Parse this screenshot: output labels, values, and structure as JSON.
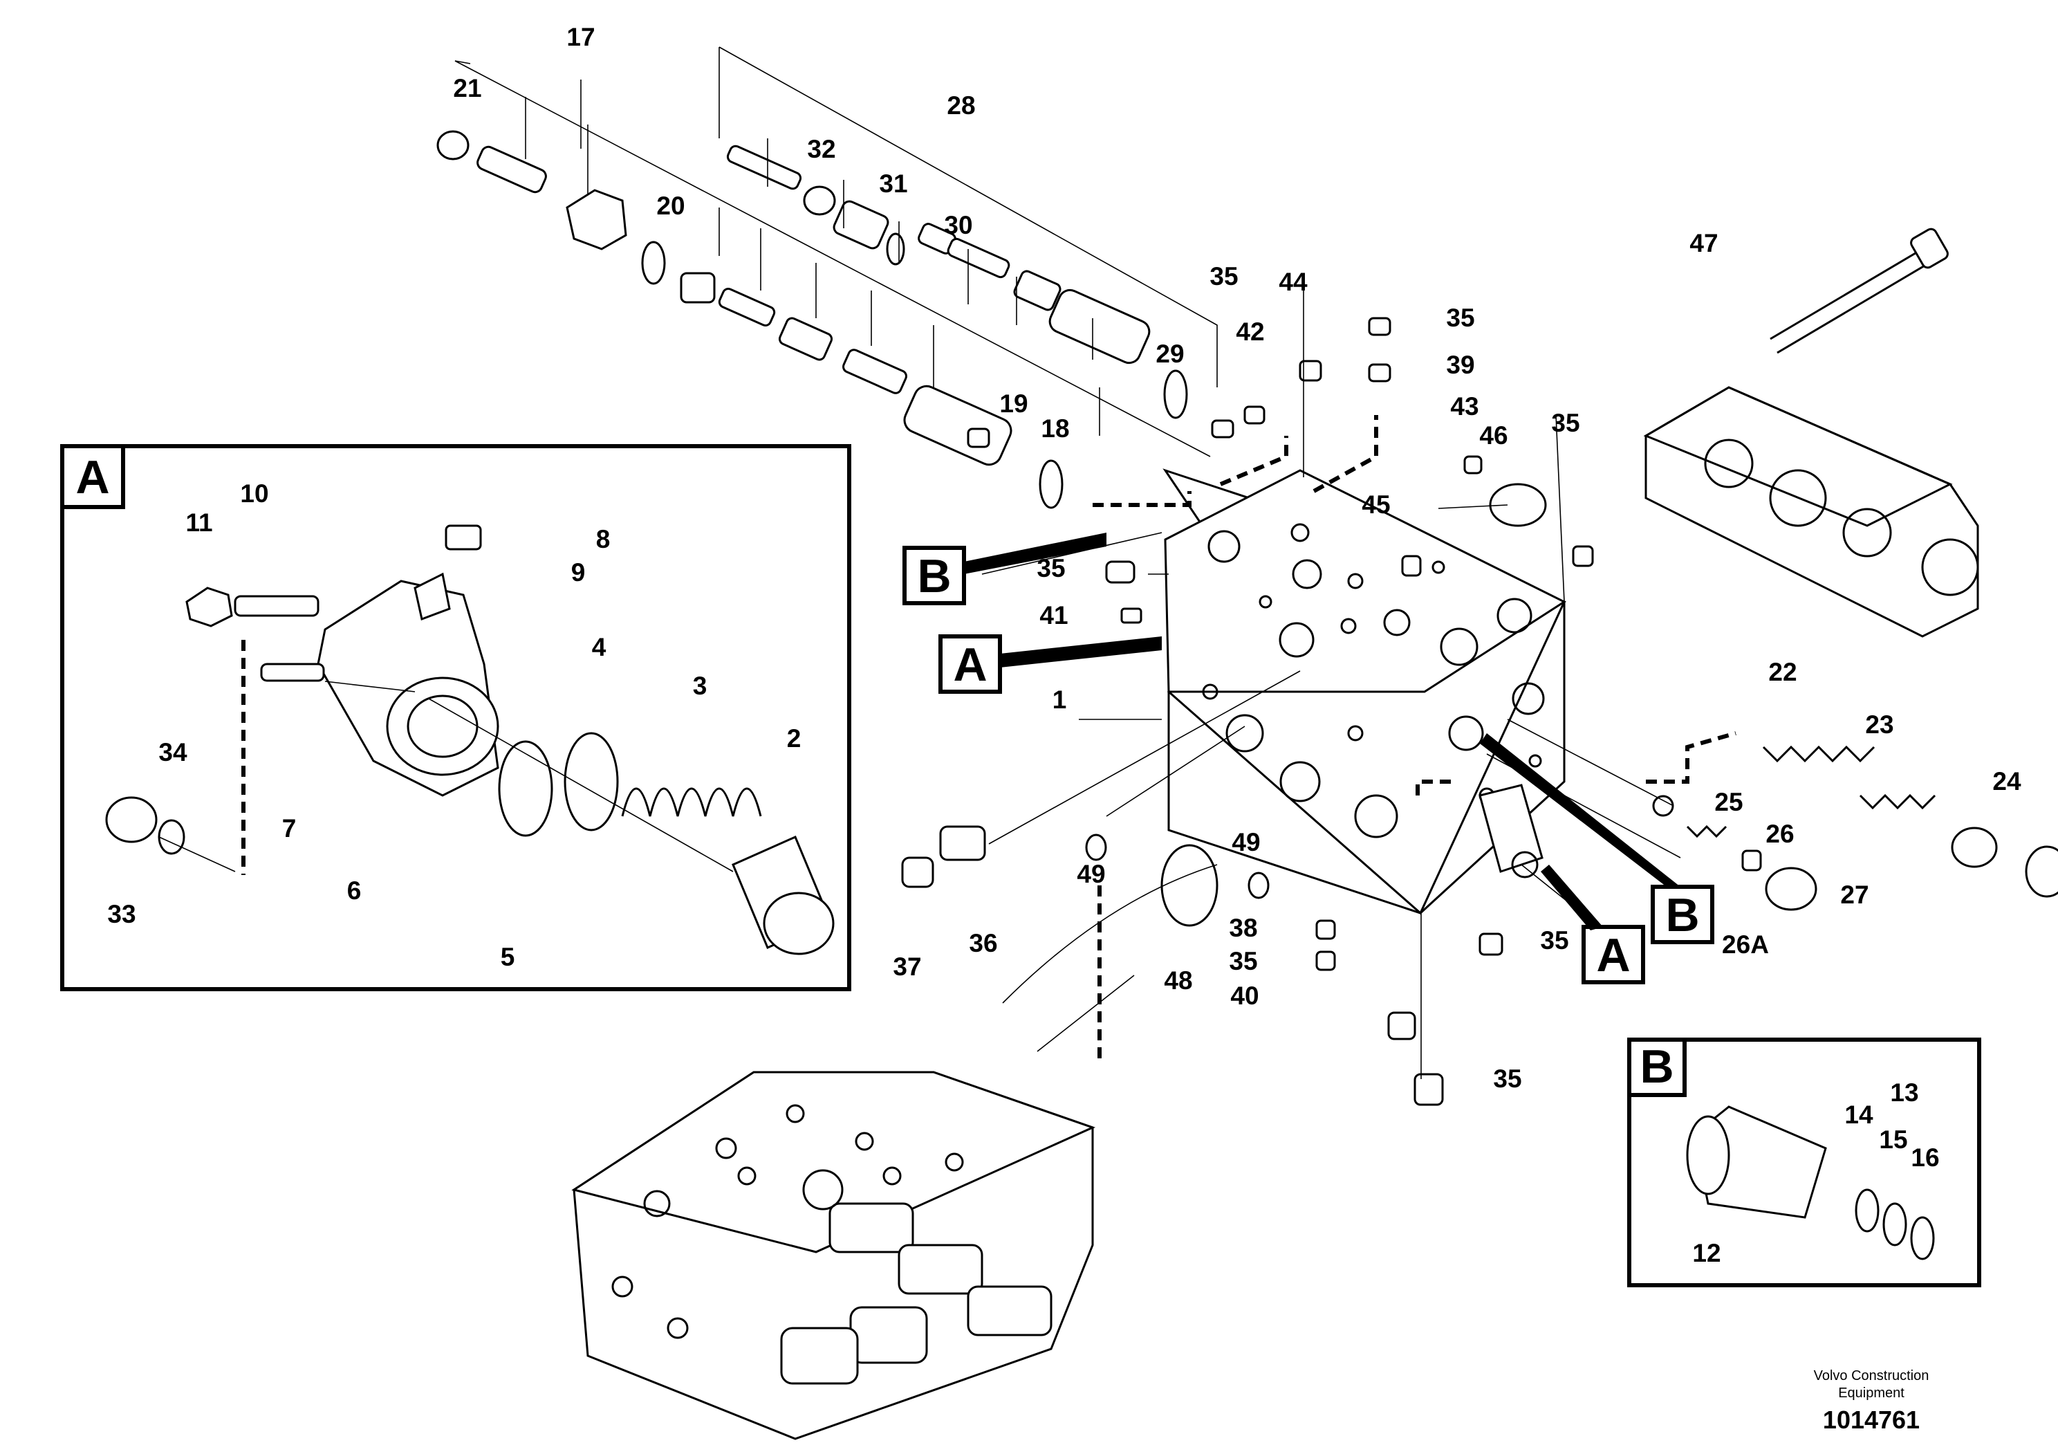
{
  "labels": {
    "l1": "1",
    "l2": "2",
    "l3": "3",
    "l4": "4",
    "l5": "5",
    "l6": "6",
    "l7": "7",
    "l8": "8",
    "l9": "9",
    "l10": "10",
    "l11": "11",
    "l12": "12",
    "l13": "13",
    "l14": "14",
    "l15": "15",
    "l16": "16",
    "l17": "17",
    "l18": "18",
    "l19": "19",
    "l20": "20",
    "l21": "21",
    "l22": "22",
    "l23": "23",
    "l24": "24",
    "l25": "25",
    "l26": "26",
    "l26a": "26A",
    "l27": "27",
    "l28": "28",
    "l29": "29",
    "l30": "30",
    "l31": "31",
    "l32": "32",
    "l33": "33",
    "l34": "34",
    "l35": "35",
    "l36": "36",
    "l37": "37",
    "l38": "38",
    "l39": "39",
    "l40": "40",
    "l41": "41",
    "l42": "42",
    "l43": "43",
    "l44": "44",
    "l45": "45",
    "l46": "46",
    "l47": "47",
    "l48": "48",
    "l49": "49"
  },
  "callouts": {
    "a": "A",
    "b": "B"
  },
  "footer": {
    "company_line1": "Volvo Construction",
    "company_line2": "Equipment",
    "drawing_number": "1014761"
  }
}
